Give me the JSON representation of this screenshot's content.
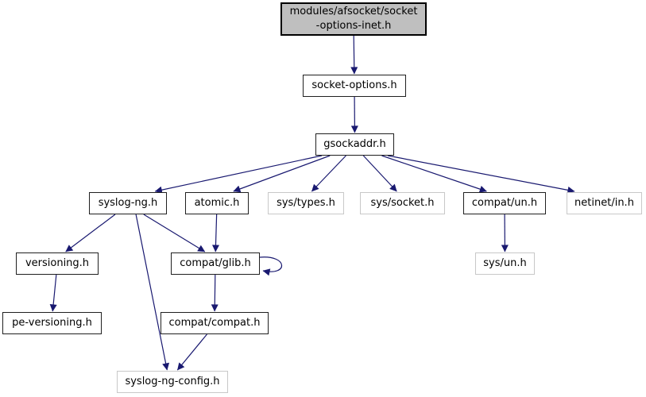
{
  "diagram": {
    "kind": "include-dependency-graph",
    "colors": {
      "edge": "#191970",
      "current_fill": "#bfbfbf",
      "current_border": "#000000",
      "internal_border": "#202020",
      "external_border": "#c8c8c8",
      "node_fill": "#ffffff",
      "text": "#000000"
    },
    "nodes": [
      {
        "id": "socket-options-inet",
        "label": "modules/afsocket/socket\n-options-inet.h",
        "type": "current"
      },
      {
        "id": "socket-options",
        "label": "socket-options.h",
        "type": "internal"
      },
      {
        "id": "gsockaddr",
        "label": "gsockaddr.h",
        "type": "internal"
      },
      {
        "id": "syslog-ng",
        "label": "syslog-ng.h",
        "type": "internal"
      },
      {
        "id": "atomic",
        "label": "atomic.h",
        "type": "internal"
      },
      {
        "id": "sys-types",
        "label": "sys/types.h",
        "type": "external"
      },
      {
        "id": "sys-socket",
        "label": "sys/socket.h",
        "type": "external"
      },
      {
        "id": "compat-un",
        "label": "compat/un.h",
        "type": "internal"
      },
      {
        "id": "netinet-in",
        "label": "netinet/in.h",
        "type": "external"
      },
      {
        "id": "versioning",
        "label": "versioning.h",
        "type": "internal"
      },
      {
        "id": "compat-glib",
        "label": "compat/glib.h",
        "type": "internal"
      },
      {
        "id": "sys-un",
        "label": "sys/un.h",
        "type": "external"
      },
      {
        "id": "pe-versioning",
        "label": "pe-versioning.h",
        "type": "internal"
      },
      {
        "id": "compat-compat",
        "label": "compat/compat.h",
        "type": "internal"
      },
      {
        "id": "syslog-ng-config",
        "label": "syslog-ng-config.h",
        "type": "external"
      }
    ],
    "edges": [
      {
        "from": "socket-options-inet",
        "to": "socket-options"
      },
      {
        "from": "socket-options",
        "to": "gsockaddr"
      },
      {
        "from": "gsockaddr",
        "to": "syslog-ng"
      },
      {
        "from": "gsockaddr",
        "to": "atomic"
      },
      {
        "from": "gsockaddr",
        "to": "sys-types"
      },
      {
        "from": "gsockaddr",
        "to": "sys-socket"
      },
      {
        "from": "gsockaddr",
        "to": "compat-un"
      },
      {
        "from": "gsockaddr",
        "to": "netinet-in"
      },
      {
        "from": "syslog-ng",
        "to": "versioning"
      },
      {
        "from": "syslog-ng",
        "to": "compat-glib"
      },
      {
        "from": "syslog-ng",
        "to": "syslog-ng-config"
      },
      {
        "from": "atomic",
        "to": "compat-glib"
      },
      {
        "from": "versioning",
        "to": "pe-versioning"
      },
      {
        "from": "compat-glib",
        "to": "compat-glib"
      },
      {
        "from": "compat-glib",
        "to": "compat-compat"
      },
      {
        "from": "compat-compat",
        "to": "syslog-ng-config"
      },
      {
        "from": "compat-un",
        "to": "sys-un"
      }
    ]
  }
}
